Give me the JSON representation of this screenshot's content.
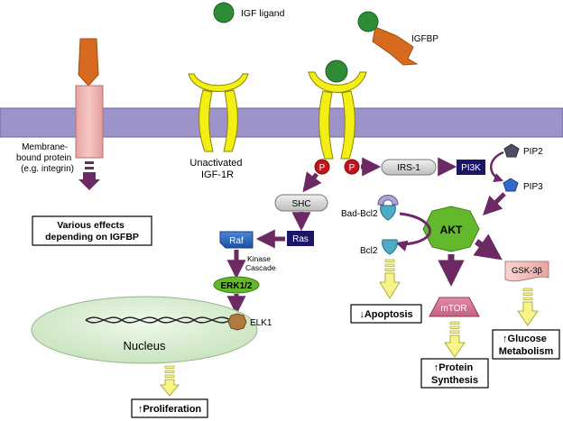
{
  "ligand_legend": "IGF ligand",
  "igfbp_label": "IGFBP",
  "membrane_protein_label": [
    "Membrane-",
    "bound protein",
    "(e.g. integrin)"
  ],
  "unactivated_receptor_label": [
    "Unactivated",
    "IGF-1R"
  ],
  "phospho": "P",
  "shc": "SHC",
  "ras": "Ras",
  "raf": "Raf",
  "kinase_cascade": [
    "Kinase",
    "Cascade"
  ],
  "erk": "ERK1/2",
  "elk1": "ELK1",
  "nucleus": "Nucleus",
  "irs1": "IRS-1",
  "pi3k": "PI3K",
  "pip2": "PIP2",
  "pip3": "PIP3",
  "akt": "AKT",
  "bad_bcl2": "Bad-Bcl2",
  "bcl2": "Bcl2",
  "mtor": "mTOR",
  "gsk3b": "GSK-3β",
  "outcomes": {
    "various": [
      "Various effects",
      "depending on IGFBP"
    ],
    "apoptosis": "↓Apoptosis",
    "protein": [
      "↑Protein",
      "Synthesis"
    ],
    "glucose": [
      "↑Glucose",
      "Metabolism"
    ],
    "proliferation": "↑Proliferation"
  },
  "colors": {
    "membrane": "#9d93c9",
    "ligand": "#2e8b36",
    "igfbp": "#d66a1e",
    "receptor": "#f3ee14",
    "phospho": "#c1151b",
    "arrow": "#6b2a63",
    "dark_box": "#1b1668",
    "akt": "#64b82c",
    "nucleus": "#d7eccf",
    "gsk": "#f2c2bf",
    "mtor": "#d27e99",
    "yellow_arrow": "#f7f58a"
  }
}
